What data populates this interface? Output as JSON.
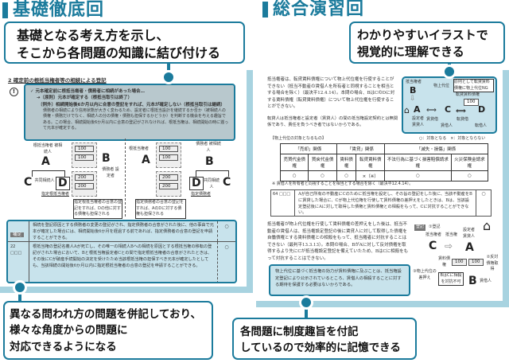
{
  "left": {
    "heading": "基礎徹底回",
    "callout_top": [
      "基礎となる考え方を示し、",
      "そこから各問題の知識に結び付ける"
    ],
    "callout_bottom": [
      "異なる問われ方の問題を併記しており、",
      "様々な角度からの問題に",
      "対応できるようになる"
    ],
    "page": {
      "section_title": "2 確定前の根抵当権者等の相続による登記",
      "box_lines": [
        "✓ 元本確定前に根抵当権者・債務者に相続があった場合…",
        "➔〔原則〕元本が確定する（根抵当取引は終了）",
        "〔例外〕相続開始後6か月以内に合意の登記をすれば、元本が確定しない（根抵当取引は継続）",
        "債務者の相続により信用状態が大きく変わるため、設定者に根抵当設計を継続するか否か（被相続人の債権・債務だけでなく、相続人の分の債権・債務も担保するかどうか）を判断する機会を与える趣旨である。この場合、相続開始後6か月以内に合意の登記がされなければ、根抵当権は、相続開始の時に遡って元本が確定する。"
      ],
      "fig_left": {
        "label_a": "根抵当権者 被相続人",
        "a": "A",
        "b": "B",
        "label_b": "債務者 設定者",
        "c": "C",
        "d": "D",
        "label_c": "共同相続人",
        "label_d": "指定根抵当権者",
        "amounts": [
          "100",
          "100",
          "200",
          "200"
        ],
        "note": "指定根抵当権者の合意の登記をすれば、Dの他に対する債権も担保される"
      },
      "fig_right": {
        "label_a": "根抵当権者",
        "a": "A",
        "b": "B",
        "label_b": "債務者 被相続人",
        "c": "C",
        "d": "D",
        "label_c": "共同相続人",
        "label_d": "指定債務者",
        "amounts": [
          "100",
          "100",
          "200",
          "200"
        ],
        "note": "指定債務者の合意の登記をすれば、AのDに対する債権も担保される"
      },
      "rows": [
        {
          "num": "補足",
          "text": "相続を登記原因とする債務者の変更の登記がされ、指定債務者の合意がされた後に、他の事由で元本が確定した場合には、相続開始後6か月を経過する前であれば、指定債務者の合意の登記を申請することができる。",
          "answer": "○"
        },
        {
          "num": "22 □□□",
          "text": "根抵当権の登記名義人Aが死亡し、その唯一の相続人Bへの相続を原因とする根抵当権の移転の登記がされた場合において、Bと根抵当権設定者Cとの間で指定根抵当権者の合意がされたときは、その後にCが破産手続開始の決定を受けたため当該根抵当権の担保すべき元本が確定したとしても、当該相続の開始後6か月以内に指定根抵当権者の合意の登記を申請することができる。",
          "answer": "○"
        }
      ]
    }
  },
  "right": {
    "heading": "総合演習回",
    "callout_top": [
      "わかりやすいイラストで",
      "視覚的に理解できる"
    ],
    "callout_bottom": [
      "各問題に制度趣旨を付記",
      "しているので効率的に記憶できる"
    ],
    "page": {
      "para1": "抵当権者は、転貸賃料債権について物上代位権を行使することができない（抵当不動産の賃借人を所有者と同視することを相当とする場合を除く）（最決平12.4.14）。本問の場合、BはCのDに対する賃料債権（転貸賃料債権）について物上代位権を行使することができない。",
      "note1": "転貸人は抵当権者と設定者（賃貸人）の間の抵当権設定契約とは無関係であり、責任を負うべき者ではないからである。",
      "fig1": {
        "b": "B",
        "label_b": "抵当権者",
        "a": "A",
        "label_a": "設定者 賃貸人",
        "c": "C",
        "label_c": "賃借人",
        "d": "D",
        "label_d": "転借人",
        "label_mid": "物上代位",
        "label_lease": "賃貸借",
        "label_sublease": "転貸借",
        "label_claim": "転貸賃料債権",
        "amount": "100",
        "warn": "原則として転貸賃料債権に物上代位NG"
      },
      "table_caption": "【物上代位の対象となるもの】",
      "table_legend": "○：対象となる　×：対象とならない",
      "table_groups": [
        "「売却」関係",
        "「賃貸」関係",
        "「滅失・損傷」関係"
      ],
      "table_headers": [
        "売買代金債権",
        "買戻代金債権",
        "賃料債権",
        "転貸賃料債権",
        "不法行為に基づく損害賠償請求権",
        "火災保険金請求権"
      ],
      "table_values": [
        "○",
        "○",
        "○",
        "×（※）",
        "○",
        "○"
      ],
      "table_footnote": "※ 賃借人を所有者と同視することを相当とする場合を除く（最決平12.4.14）。",
      "question": {
        "num": "64 □□□",
        "text": "Aが自己所有の不動産にCのために抵当権を設定し、その旨の登記をした後に、当該不動産をBに賃貸した場合に、Cが物上代位権を行使して賃料債権の差押えをしたときは、Bは、当該設定登記後にAに対して取得した債権と賃料債権との相殺をもって、Cに対抗することができない。",
        "answer": "○"
      },
      "para2": "抵当権者が物上代位権を行使して賃料債権の差押えをした後は、抵当不動産の賃借人は、抵当権設定登記の後に賃貸人に対して取得した債権を自働債権とする賃料債権との相殺をもって、抵当権者に対抗することはできない（最判平13.3.13）。本問の場合、BがAに対して反対債権を取得するより先にCが抵当権設定登記を備えていたため、BはCに相殺をもって対抗することはできない。",
      "note2": "物上代位に基づく抵当権の効力が賃料債権に及ぶことは、抵当権設定登記により公示されているところ、賃借人の相殺することに対する期待を保護する必要はないからである。",
      "fig2": {
        "tag": "登記",
        "step1": "①登記",
        "c": "C",
        "label_c": "抵当権者",
        "label_arrow": "抵当権",
        "a": "A",
        "label_a": "設定者 賃貸人",
        "b": "B",
        "label_b": "賃借人",
        "amounts": [
          "100",
          "100"
        ],
        "label_claim": "賃料債権",
        "label_counter": "②反対債権取得",
        "step3": "③物上代位の差押え",
        "result": "BはCに相殺を対抗不可"
      }
    }
  }
}
